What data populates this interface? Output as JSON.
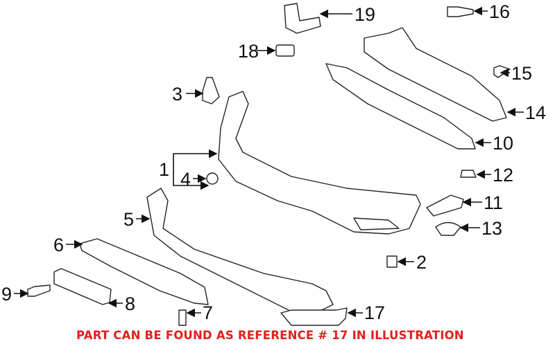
{
  "callouts": [
    "1",
    "2",
    "3",
    "4",
    "5",
    "6",
    "7",
    "8",
    "9",
    "10",
    "11",
    "12",
    "13",
    "14",
    "15",
    "16",
    "17",
    "18",
    "19"
  ],
  "note": "PART CAN BE FOUND AS REFERENCE # 17 IN ILLUSTRATION",
  "note_color": "#e0201e"
}
